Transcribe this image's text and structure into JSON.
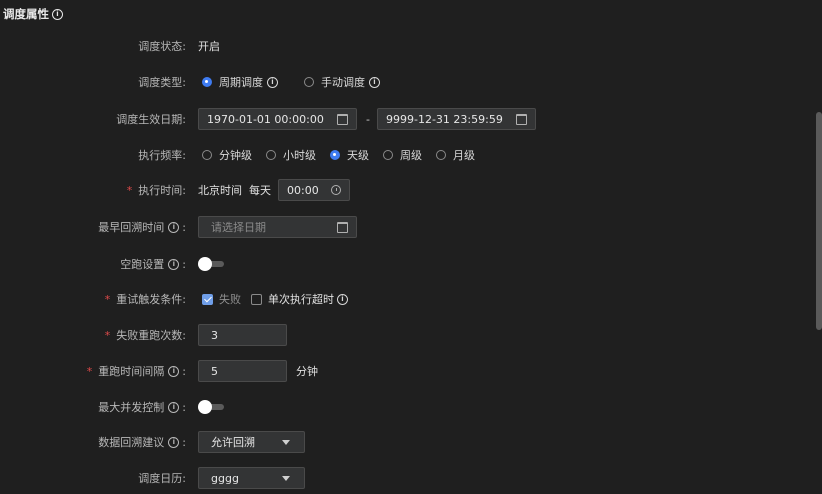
{
  "section": {
    "title": "调度属性"
  },
  "schedule_status": {
    "label": "调度状态:",
    "value": "开启"
  },
  "schedule_type": {
    "label": "调度类型:",
    "options": [
      {
        "label": "周期调度",
        "checked": true
      },
      {
        "label": "手动调度",
        "checked": false
      }
    ]
  },
  "effective_date": {
    "label": "调度生效日期:",
    "start": "1970-01-01 00:00:00",
    "separator": "-",
    "end": "9999-12-31 23:59:59"
  },
  "frequency": {
    "label": "执行频率:",
    "options": [
      {
        "label": "分钟级",
        "checked": false
      },
      {
        "label": "小时级",
        "checked": false
      },
      {
        "label": "天级",
        "checked": true
      },
      {
        "label": "周级",
        "checked": false
      },
      {
        "label": "月级",
        "checked": false
      }
    ]
  },
  "exec_time": {
    "label": "执行时间:",
    "timezone": "北京时间",
    "period": "每天",
    "time": "00:00"
  },
  "backfill_time": {
    "label": "最早回溯时间",
    "placeholder": "请选择日期"
  },
  "dry_run": {
    "label": "空跑设置",
    "enabled": false
  },
  "retry_condition": {
    "label": "重试触发条件:",
    "fail_label": "失败",
    "timeout_label": "单次执行超时"
  },
  "retry_count": {
    "label": "失败重跑次数:",
    "value": "3"
  },
  "retry_interval": {
    "label": "重跑时间间隔",
    "value": "5",
    "unit": "分钟"
  },
  "max_concurrency": {
    "label": "最大并发控制",
    "enabled": false
  },
  "backfill_suggestion": {
    "label": "数据回溯建议",
    "value": "允许回溯"
  },
  "calendar": {
    "label": "调度日历:",
    "value": "gggg"
  },
  "colors": {
    "background": "#1f1f1f",
    "accent": "#3f7cf2",
    "required": "#e04a4a"
  }
}
